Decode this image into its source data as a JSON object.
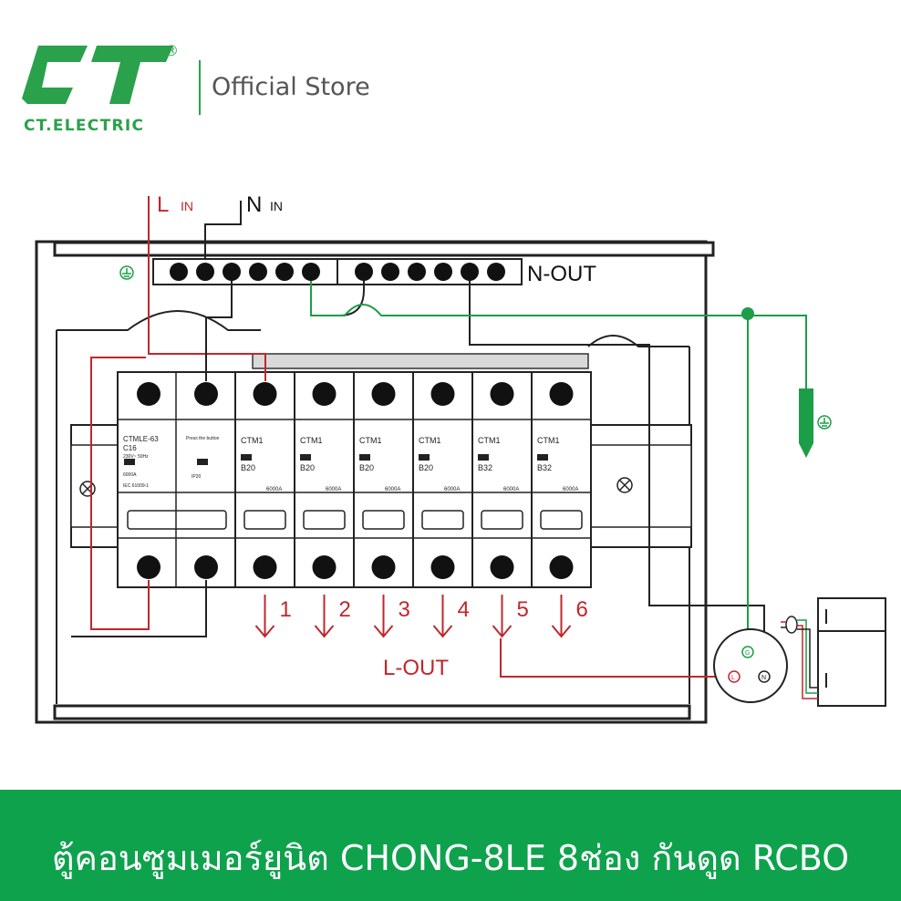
{
  "header": {
    "logo_text": "CT",
    "registered_mark": "®",
    "brand_name": "CT.ELECTRIC",
    "store_label": "Official Store"
  },
  "diagram": {
    "l_in_label": "L",
    "l_in_sub": "IN",
    "n_in_label": "N",
    "n_in_sub": "IN",
    "n_out_label": "N-OUT",
    "l_out_label": "L-OUT",
    "outputs": [
      "1",
      "2",
      "3",
      "4",
      "5",
      "6"
    ],
    "main_breaker": {
      "model": "CTMLE-63",
      "rating": "C16",
      "spec_line": "230V~ 50Hz",
      "test_text": "Press the button",
      "capacity": "6000A",
      "standard": "IEC 61009-1",
      "protection": "IP20"
    },
    "branch_breakers": [
      {
        "model": "CTM1",
        "rating": "B20",
        "capacity": "6000A"
      },
      {
        "model": "CTM1",
        "rating": "B20",
        "capacity": "6000A"
      },
      {
        "model": "CTM1",
        "rating": "B20",
        "capacity": "6000A"
      },
      {
        "model": "CTM1",
        "rating": "B20",
        "capacity": "6000A"
      },
      {
        "model": "CTM1",
        "rating": "B32",
        "capacity": "6000A"
      },
      {
        "model": "CTM1",
        "rating": "B32",
        "capacity": "6000A"
      }
    ],
    "socket_pins": {
      "ground": "G",
      "live": "L",
      "neutral": "N"
    }
  },
  "footer": {
    "title": "ตู้คอนซูมเมอร์ยูนิต CHONG-8LE 8ช่อง กันดูด RCBO"
  },
  "colors": {
    "brand_green": "#2aa14b",
    "footer_green": "#0ea24d",
    "live_red": "#c0272d",
    "neutral_black": "#222222",
    "earth_green": "#1b9e47"
  }
}
